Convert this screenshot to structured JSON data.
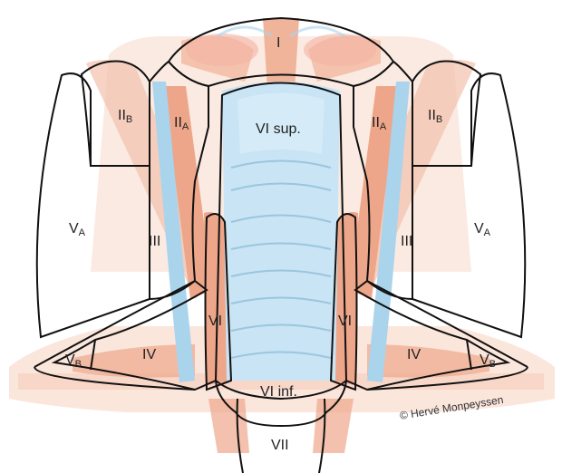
{
  "labels": {
    "level_I": "I",
    "level_IIb_left": {
      "main": "II",
      "sub": "B"
    },
    "level_IIa_left": {
      "main": "II",
      "sub": "A"
    },
    "level_IIa_right": {
      "main": "II",
      "sub": "A"
    },
    "level_IIb_right": {
      "main": "II",
      "sub": "B"
    },
    "level_VI_sup": "VI sup.",
    "level_Va_left": {
      "main": "V",
      "sub": "A"
    },
    "level_Va_right": {
      "main": "V",
      "sub": "A"
    },
    "level_III_left": "III",
    "level_III_right": "III",
    "level_VI_left": "VI",
    "level_VI_right": "VI",
    "level_IV_left": "IV",
    "level_IV_right": "IV",
    "level_Vb_left": {
      "main": "V",
      "sub": "B"
    },
    "level_Vb_right": {
      "main": "V",
      "sub": "B"
    },
    "level_VI_inf": "VI inf.",
    "level_VII": "VII"
  },
  "credit": "© Hervé Monpeyssen",
  "colors": {
    "muscle": "#f2b8a0",
    "muscle_dark": "#e8987c",
    "vessel_blue": "#a9d4ec",
    "trachea_blue": "#c9e4f4",
    "skin": "#fbe6dc",
    "outline": "#111111"
  }
}
